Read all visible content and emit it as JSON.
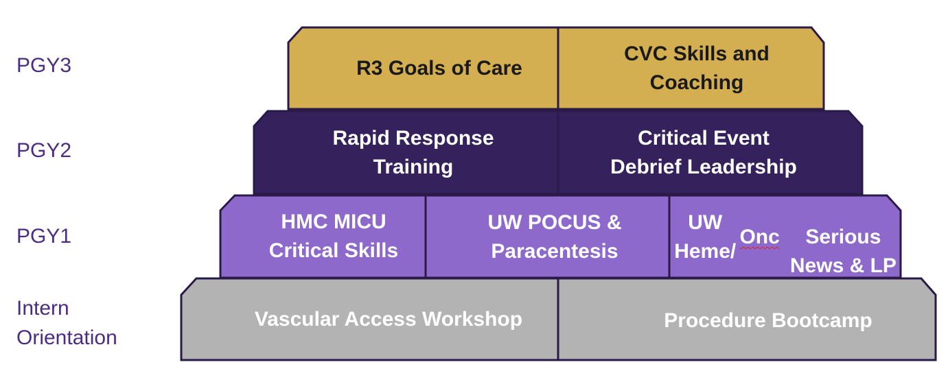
{
  "colors": {
    "gold": "#d4af51",
    "dark_purple": "#35215c",
    "light_purple": "#8e69cc",
    "gray": "#b3b3b3",
    "outline": "#2a1a48",
    "label_text": "#4b2c82"
  },
  "levels": [
    {
      "label": "PGY3",
      "color": "gold",
      "cells": [
        {
          "text": "R3 Goals of Care"
        },
        {
          "text": "CVC Skills and\nCoaching"
        }
      ]
    },
    {
      "label": "PGY2",
      "color": "dark_purple",
      "cells": [
        {
          "text": "Rapid Response\nTraining"
        },
        {
          "text": "Critical Event\nDebrief Leadership"
        }
      ]
    },
    {
      "label": "PGY1",
      "color": "light_purple",
      "cells": [
        {
          "text": "HMC MICU\nCritical Skills"
        },
        {
          "text": "UW POCUS  &\nParacentesis"
        },
        {
          "text_before": "UW Heme/",
          "text_marked": "Onc",
          "text_after": "\nSerious News & LP"
        }
      ]
    },
    {
      "label": "Intern\nOrientation",
      "color": "gray",
      "cells": [
        {
          "text": "Vascular Access Workshop"
        },
        {
          "text": "Procedure Bootcamp"
        }
      ]
    }
  ]
}
